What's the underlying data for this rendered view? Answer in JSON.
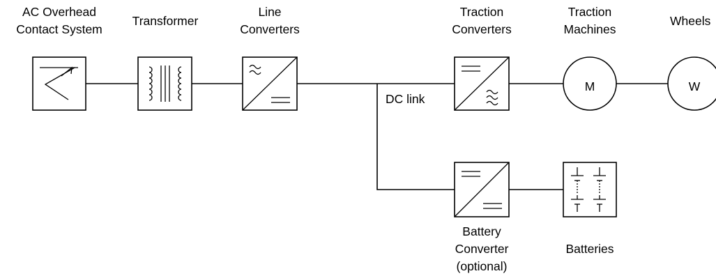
{
  "labels": {
    "ac_system": [
      "AC Overhead",
      "Contact System"
    ],
    "transformer": [
      "Transformer"
    ],
    "line_converters": [
      "Line",
      "Converters"
    ],
    "traction_converters": [
      "Traction",
      "Converters"
    ],
    "traction_machines": [
      "Traction",
      "Machines"
    ],
    "wheels": [
      "Wheels"
    ],
    "dc_link": "DC link",
    "battery_converter": [
      "Battery",
      "Converter",
      "(optional)"
    ],
    "batteries": [
      "Batteries"
    ]
  },
  "symbols": {
    "motor_letter": "M",
    "wheel_letter": "W"
  }
}
